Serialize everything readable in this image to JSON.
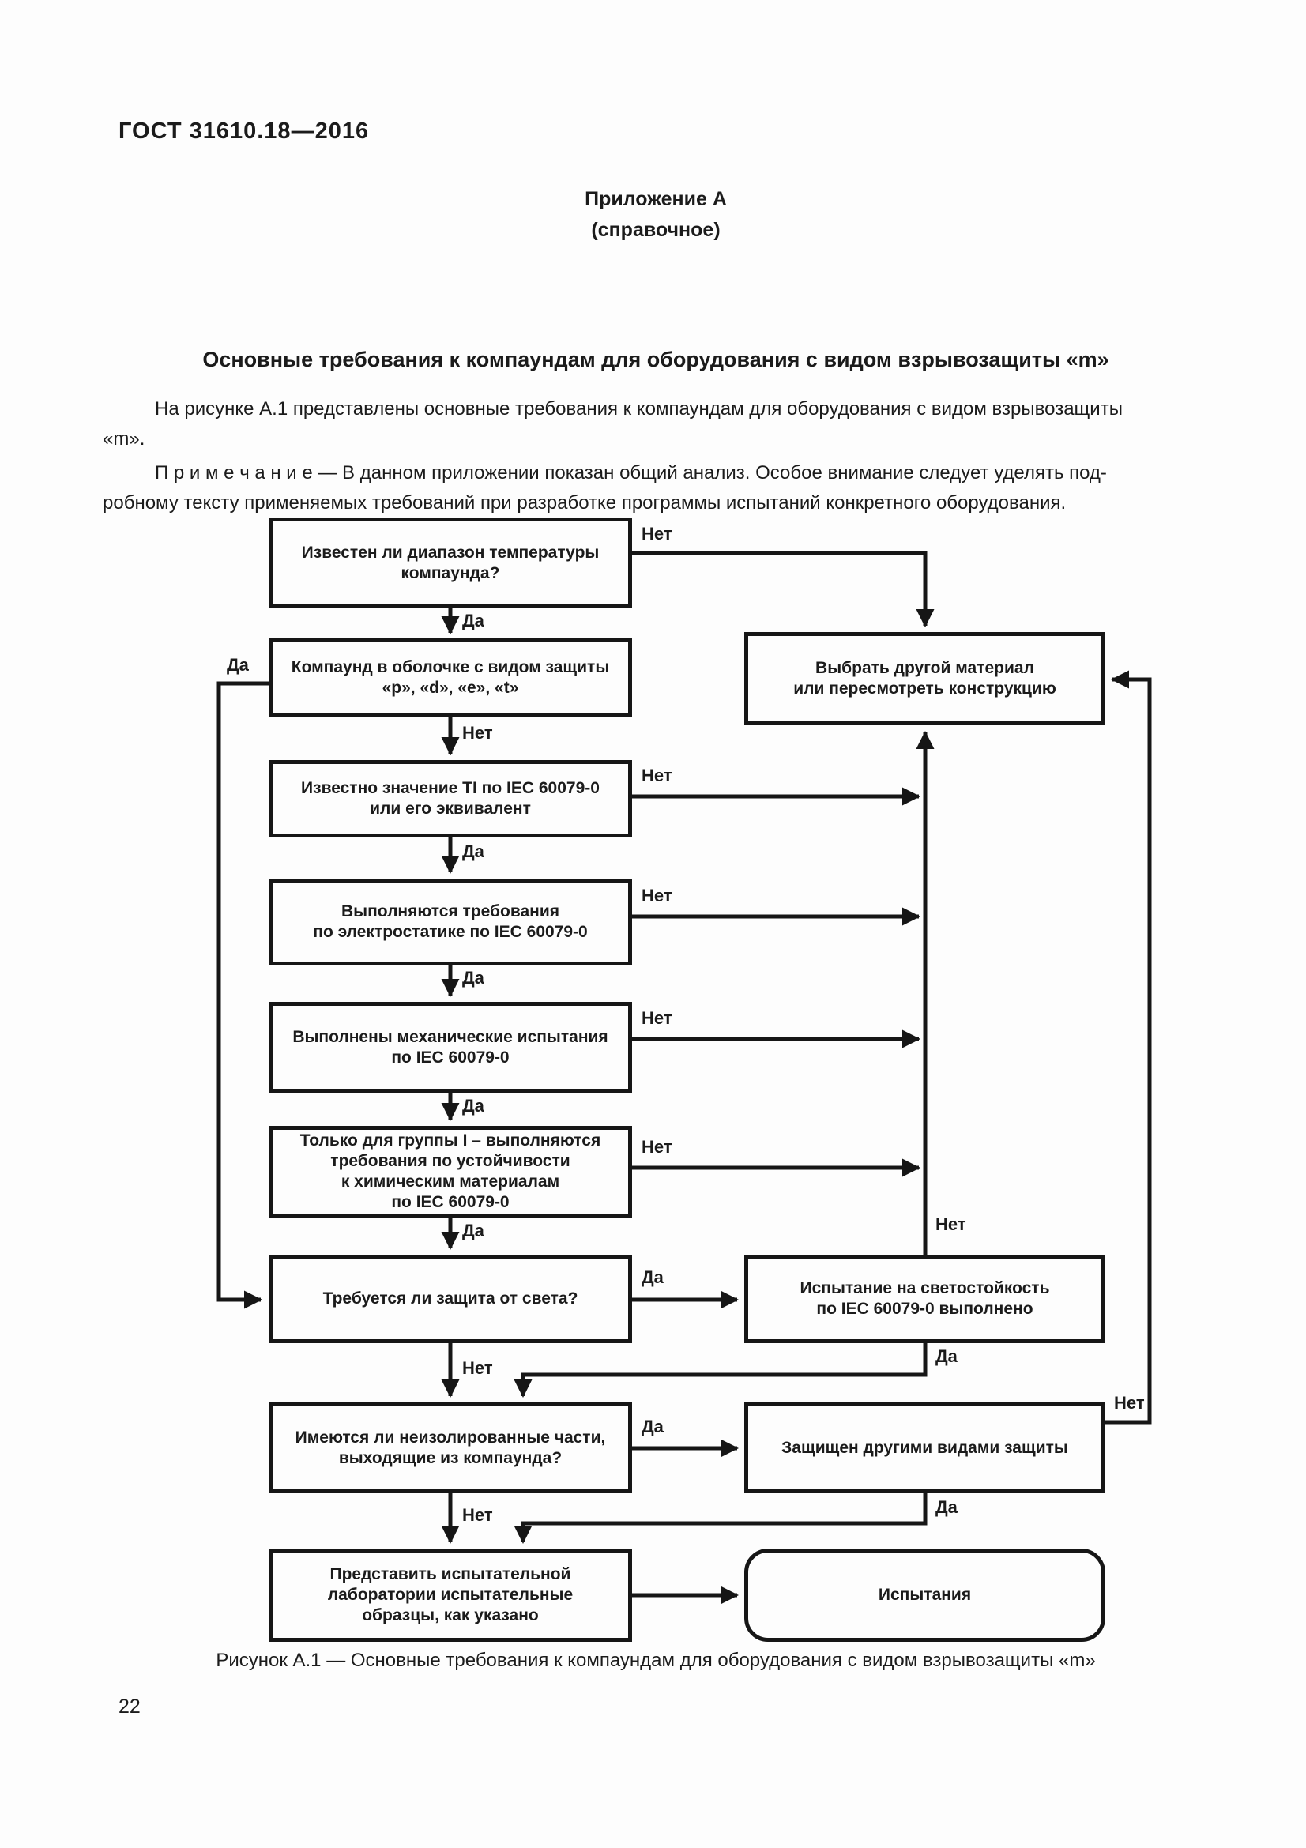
{
  "page": {
    "doc_number": "ГОСТ  31610.18—2016",
    "appendix_title": "Приложение А",
    "appendix_subtitle": "(справочное)",
    "section_title": "Основные требования к компаундам для оборудования с видом взрывозащиты «m»",
    "paragraph_lines": [
      "На рисунке А.1 представлены основные требования к компаундам для оборудования с видом взрывозащиты",
      "«m»."
    ],
    "note_lines": [
      "П р и м е ч а н и е — В данном приложении показан общий анализ. Особое внимание следует уделять под-",
      "робному тексту применяемых требований при разработке программы испытаний конкретного оборудования."
    ],
    "figure_caption": "Рисунок А.1 — Основные требования к компаундам для оборудования с видом взрывозащиты «m»",
    "page_number": "22"
  },
  "flowchart": {
    "nodes": {
      "q_temp_range": "Известен ли диапазон температуры\nкомпаунда?",
      "q_enclosure": "Компаунд в оболочке с видом защиты\n«p», «d», «e», «t»",
      "q_ti_value": "Известно значение TI по IEC 60079-0\nили его эквивалент",
      "q_electrostatic": "Выполняются требования\nпо электростатике по IEC 60079-0",
      "q_mechanical": "Выполнены механические испытания\nпо IEC 60079-0",
      "q_group1": "Только для группы I – выполняются\nтребования по устойчивости\nк химическим материалам\nпо IEC 60079-0",
      "q_light": "Требуется ли защита от света?",
      "q_bare_parts": "Имеются ли неизолированные части,\nвыходящие из компаунда?",
      "submit_samples": "Представить испытательной\nлаборатории испытательные\nобразцы, как указано",
      "choose_material": "Выбрать другой материал\nили пересмотреть конструкцию",
      "light_test_done": "Испытание на светостойкость\nпо IEC 60079-0 выполнено",
      "other_protection": "Защищен другими видами защиты",
      "tests": "Испытания"
    },
    "labels": {
      "yes": "Да",
      "no": "Нет"
    },
    "line_color": "#161616"
  }
}
